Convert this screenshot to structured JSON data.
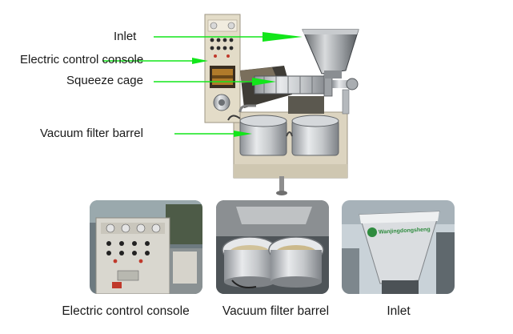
{
  "callouts": {
    "inlet": "Inlet",
    "electric_control_console": "Electric control console",
    "squeeze_cage": "Squeeze cage",
    "vacuum_filter_barrel": "Vacuum filter barrel"
  },
  "captions": {
    "electric_control_console": "Electric control console",
    "vacuum_filter_barrel": "Vacuum filter barrel",
    "inlet": "Inlet"
  },
  "thumb_text": {
    "inlet_logo": "Wanjingdongsheng"
  },
  "colors": {
    "arrow": "#12e61a",
    "machine_body": "#ddd6c4",
    "steel": "#b8bcc0",
    "background": "#ffffff"
  }
}
